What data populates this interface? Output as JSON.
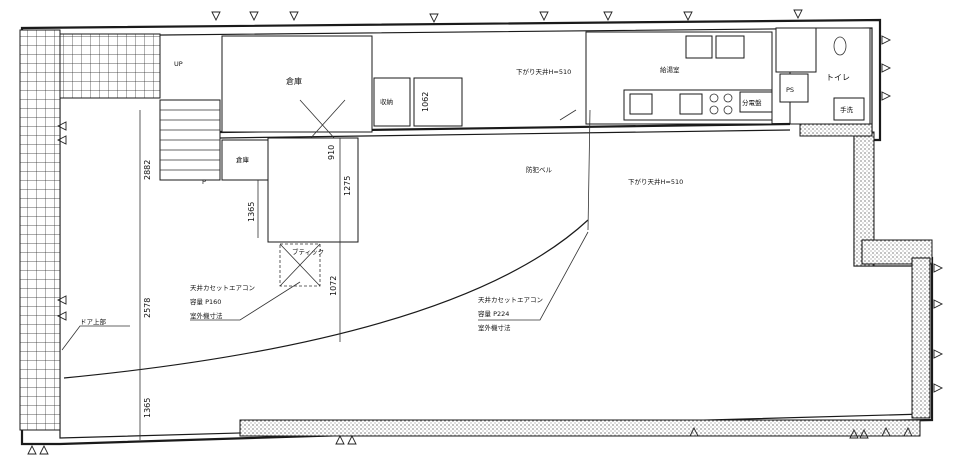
{
  "labels": {
    "room_storage": "倉庫",
    "room_storage_small": "収納",
    "height_1062": "1062",
    "room_storage_3": "倉庫",
    "beam_1": "下がり天井H=510",
    "beam_2": "下がり天井H=510",
    "kitchen": "給湯室",
    "toilet": "トイレ",
    "handwash": "手洗",
    "service_box": "分電盤",
    "boutique": "ブティック",
    "ac_1_line1": "天井カセットエアコン",
    "ac_1_line2": "容量 P160",
    "ac_1_line3": "室外機寸法",
    "ac_2_line1": "天井カセットエアコン",
    "ac_2_line2": "容量 P224",
    "ac_2_line3": "室外機寸法",
    "door_note": "ドア上部",
    "bell": "防犯ベル",
    "dim_2882": "2882",
    "dim_2578": "2578",
    "dim_1365_a": "1365",
    "dim_1365_b": "1365",
    "dim_1275": "1275",
    "dim_1072": "1072",
    "dim_910": "910",
    "mark_ps": "PS",
    "mark_up": "UP",
    "mark_p": "P"
  },
  "colors": {
    "line": "#1a1a1a",
    "background": "#ffffff"
  }
}
